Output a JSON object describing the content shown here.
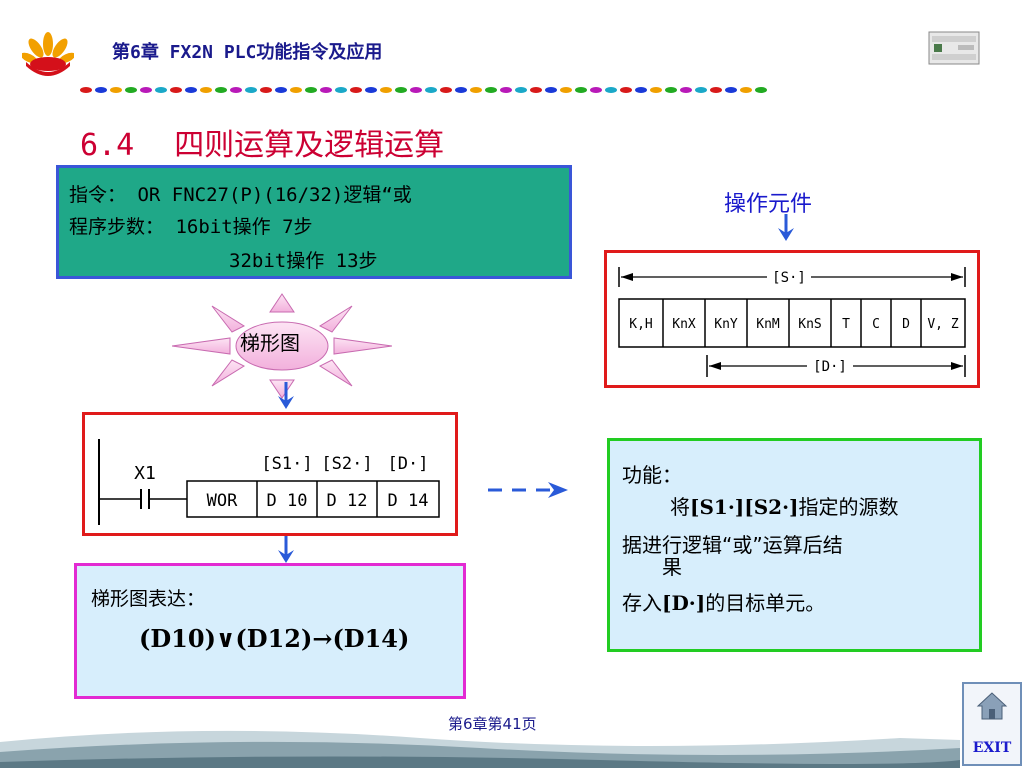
{
  "header": {
    "title": "第6章   FX2N PLC功能指令及应用",
    "logo_icon": "petrochina-logo-icon",
    "plc_icon": "plc-device-icon"
  },
  "section": {
    "number": "6.4",
    "title": "四则运算及逻辑运算"
  },
  "instruction_box": {
    "line1": "指令：  OR FNC27(P)(16/32)逻辑“或",
    "line2": "程序步数：  16bit操作 7步",
    "line3": "32bit操作 13步"
  },
  "operand": {
    "label": "操作元件",
    "s_label": "[S·]",
    "d_label": "[D·]",
    "cells": [
      "K,H",
      "KnX",
      "KnY",
      "KnM",
      "KnS",
      "T",
      "C",
      "D",
      "V, Z"
    ]
  },
  "ladder": {
    "burst_label": "梯形图",
    "contact": "X1",
    "instruction": "WOR",
    "op1_header": "[S1·]",
    "op2_header": "[S2·]",
    "op3_header": "[D·]",
    "op1": "D 10",
    "op2": "D 12",
    "op3": "D 14"
  },
  "expression": {
    "heading": "梯形图表达：",
    "formula": "(D10)∨(D12)→(D14)"
  },
  "function": {
    "heading": "功能：",
    "line1_pre": "将",
    "line1_bold": "[S1·][S2·]",
    "line1_post": "指定的源数",
    "line2": "据进行逻辑“或”运算后结",
    "line3": "果",
    "line4_pre": "存入",
    "line4_bold": "[D·]",
    "line4_post": "的目标单元。"
  },
  "footer": {
    "page_text": "第6章第41页",
    "exit_label": "EXIT",
    "home_icon": "home-icon"
  },
  "colors": {
    "title_red": "#cc0033",
    "header_blue": "#1a1a8c",
    "instr_green": "#1fa888",
    "frame_red": "#e01a1a",
    "frame_green": "#22cc22",
    "frame_magenta": "#e22ad2",
    "panel_blue": "#d7eefc"
  }
}
